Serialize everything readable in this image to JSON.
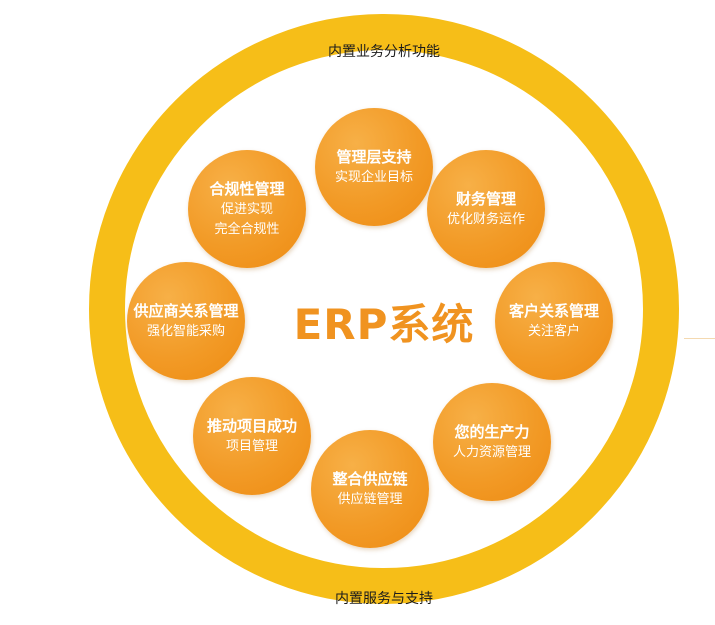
{
  "diagram": {
    "center_title": "ERP系统",
    "ring_top_label": "内置业务分析功能",
    "ring_bottom_label": "内置服务与支持",
    "nodes": [
      {
        "title": "管理层支持",
        "subtitle": "实现企业目标"
      },
      {
        "title": "财务管理",
        "subtitle": "优化财务运作"
      },
      {
        "title": "客户关系管理",
        "subtitle": "关注客户"
      },
      {
        "title": "您的生产力",
        "subtitle": "人力资源管理"
      },
      {
        "title": "整合供应链",
        "subtitle": "供应链管理"
      },
      {
        "title": "推动项目成功",
        "subtitle": "项目管理"
      },
      {
        "title": "供应商关系管理",
        "subtitle": "强化智能采购"
      },
      {
        "title": "合规性管理",
        "subtitle": "促进实现",
        "subtitle2": "完全合规性"
      }
    ],
    "colors": {
      "ring": "#f6be18",
      "node": "#f29a26",
      "center_text": "#f09320"
    }
  }
}
